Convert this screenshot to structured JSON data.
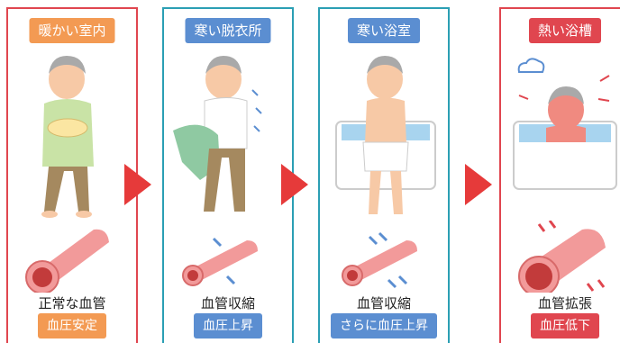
{
  "colors": {
    "orange": "#f39a53",
    "blue": "#5b8ed1",
    "teal": "#2b9fb4",
    "red": "#e0464f",
    "arrow": "#e63a3a",
    "vessel": "#f29a9a"
  },
  "panels": [
    {
      "title": "暖かい室内",
      "vessel_label": "正常な血管",
      "status": "血圧安定"
    },
    {
      "title": "寒い脱衣所",
      "vessel_label": "血管収縮",
      "status": "血圧上昇"
    },
    {
      "title": "寒い浴室",
      "vessel_label": "血管収縮",
      "status": "さらに血圧上昇"
    },
    {
      "title": "熱い浴槽",
      "vessel_label": "血管拡張",
      "status": "血圧低下"
    }
  ]
}
